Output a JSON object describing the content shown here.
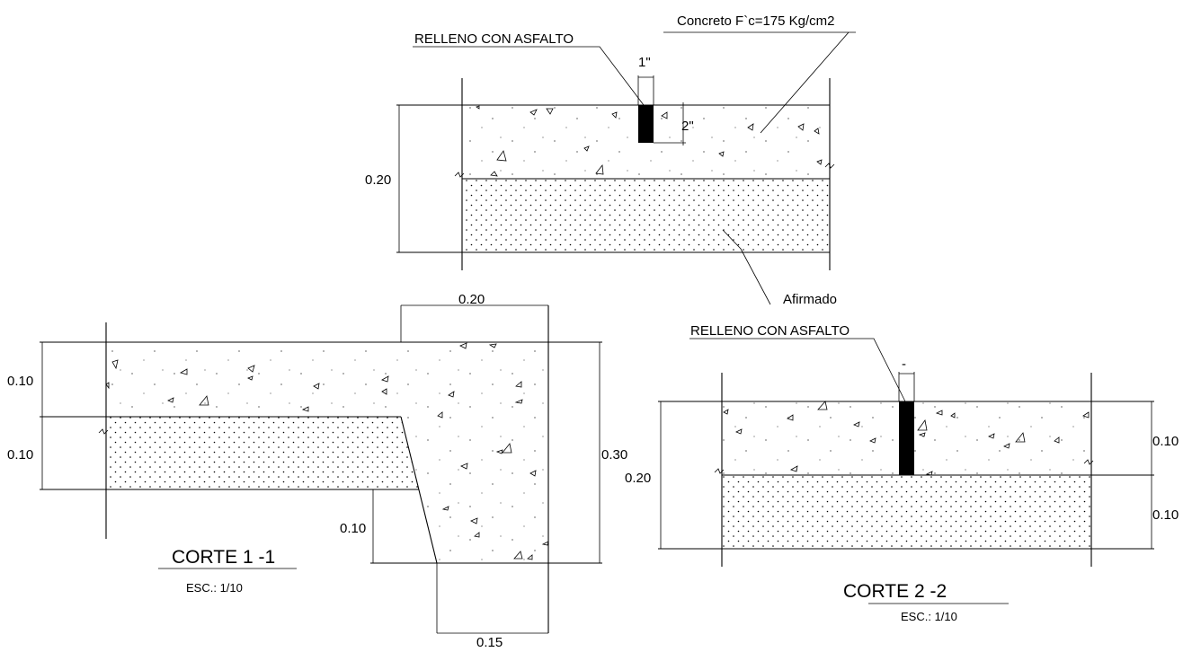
{
  "top_detail": {
    "label_relleno": "RELLENO CON ASFALTO",
    "label_concreto": "Concreto F`c=175 Kg/cm2",
    "label_afirmado": "Afirmado",
    "dim_joint_width": "1\"",
    "dim_joint_depth": "2\"",
    "dim_height": "0.20"
  },
  "corte_1": {
    "title": "CORTE  1 -1",
    "scale": "ESC.: 1/10",
    "dim_top_width": "0.20",
    "dim_upper_layer": "0.10",
    "dim_lower_layer": "0.10",
    "dim_total_height": "0.30",
    "dim_step": "0.10",
    "dim_bottom_width": "0.15"
  },
  "corte_2": {
    "title": "CORTE  2 -2",
    "scale": "ESC.: 1/10",
    "label_relleno": "RELLENO CON ASFALTO",
    "dim_joint": "-",
    "dim_height": "0.20",
    "dim_upper_layer": "0.10",
    "dim_lower_layer": "0.10"
  }
}
